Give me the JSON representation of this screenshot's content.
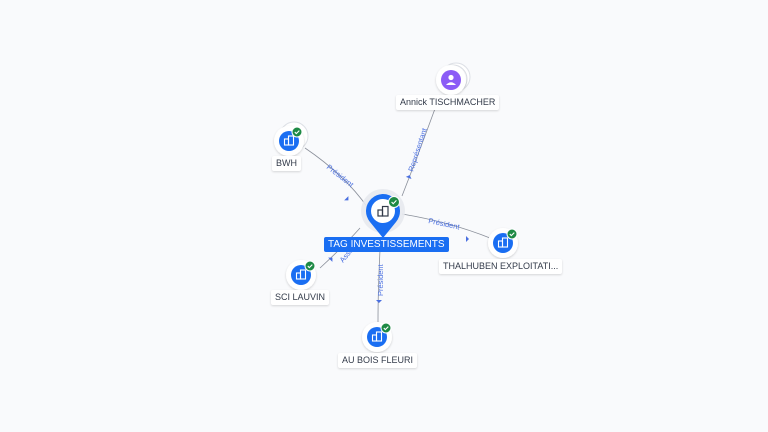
{
  "colors": {
    "primary": "#1a6ef2",
    "check": "#1e8a45",
    "person": "#8b5cf6",
    "edge": "#8a8f9a",
    "edge_label": "#4a6fe0"
  },
  "nodes": {
    "center": {
      "label": "TAG INVESTISSEMENTS",
      "icon": "company-icon"
    },
    "annick": {
      "label": "Annick TISCHMACHER",
      "icon": "person-icon"
    },
    "bwh": {
      "label": "BWH",
      "icon": "company-icon"
    },
    "thalhuben": {
      "label": "THALHUBEN EXPLOITATI...",
      "icon": "company-icon"
    },
    "sci_lauvin": {
      "label": "SCI LAUVIN",
      "icon": "company-icon"
    },
    "au_bois_fleuri": {
      "label": "AU BOIS FLEURI",
      "icon": "company-icon"
    }
  },
  "edges": {
    "annick_rel": "Représentant",
    "bwh_rel": "Président",
    "thalhuben_rel": "Président",
    "sci_lauvin_rel": "Associé",
    "au_bois_fleuri_rel": "Président"
  }
}
